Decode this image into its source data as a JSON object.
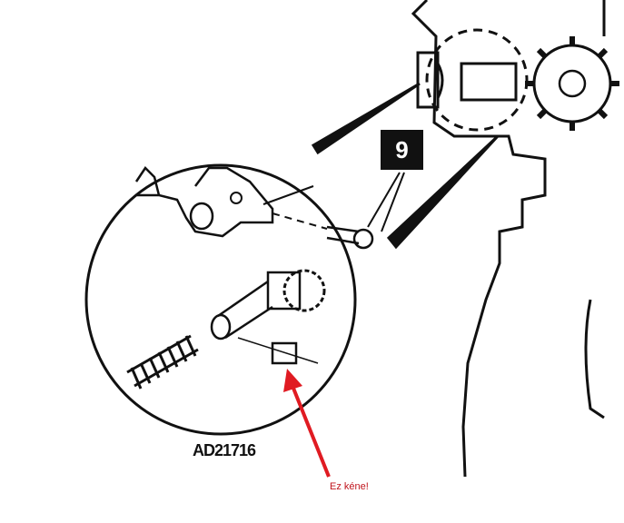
{
  "diagram": {
    "callout_number": "9",
    "part_code": "AD21716",
    "annotation": "Ez kéne!",
    "colors": {
      "line": "#111111",
      "arrow": "#e01b22",
      "annotation_text": "#c0141c"
    }
  }
}
